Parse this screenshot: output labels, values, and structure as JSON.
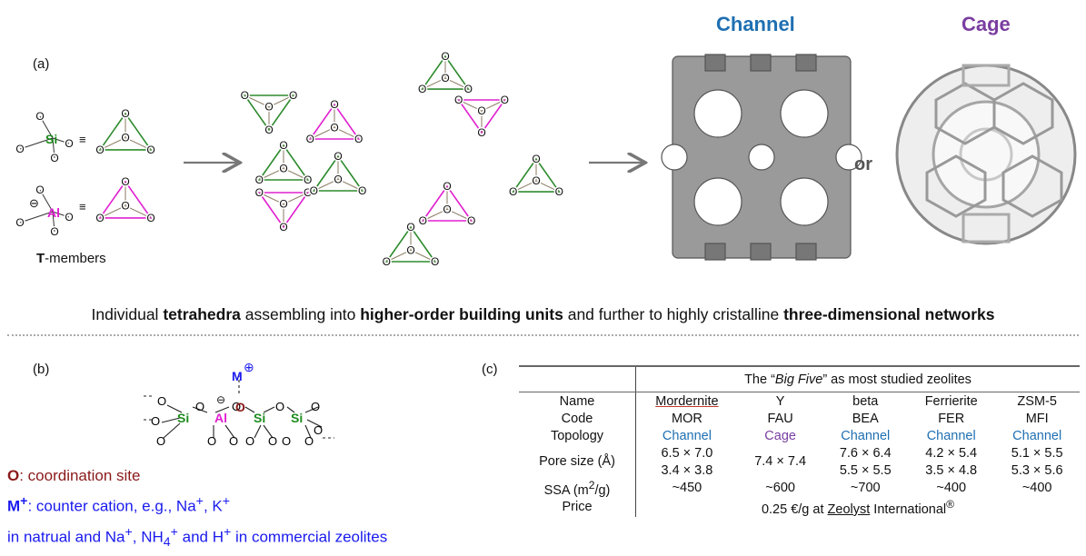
{
  "panel_a": {
    "label": "(a)",
    "equiv_symbol": "≡",
    "si_label": "Si",
    "al_label": "Al",
    "o_label": "O",
    "minus_symbol": "⊖",
    "t_members_bold": "T",
    "t_members_rest": "-members",
    "heading_channel": "Channel",
    "heading_cage": "Cage",
    "or_label": "or"
  },
  "caption": {
    "part1": "Individual ",
    "bold1": "tetrahedra",
    "part2": " assembling into ",
    "bold2": "higher-order building units",
    "part3": " and further to highly cristalline ",
    "bold3": "three-dimensional networks"
  },
  "panel_b": {
    "label": "(b)",
    "m_label": "M",
    "plus_symbol": "⊕",
    "legend_o_key": "O",
    "legend_o_text": ": coordination site",
    "legend_m_key": "M",
    "legend_m_sup": "+",
    "legend_m_text": ": counter cation, e.g., Na",
    "legend_m_text2": ", K",
    "legend_line3_a": "in natrual and Na",
    "legend_line3_b": ", NH",
    "legend_line3_sub": "4",
    "legend_line3_c": " and H",
    "legend_line3_d": " in commercial zeolites"
  },
  "panel_c": {
    "label": "(c)",
    "title_pre": "The “",
    "title_em": "Big Five",
    "title_post": "” as most studied zeolites",
    "rows": {
      "name": {
        "label": "Name",
        "values": [
          "Mordernite",
          "Y",
          "beta",
          "Ferrierite",
          "ZSM-5"
        ]
      },
      "code": {
        "label": "Code",
        "values": [
          "MOR",
          "FAU",
          "BEA",
          "FER",
          "MFI"
        ]
      },
      "topology": {
        "label": "Topology",
        "values": [
          "Channel",
          "Cage",
          "Channel",
          "Channel",
          "Channel"
        ]
      },
      "pore": {
        "label": "Pore size (Å)",
        "line1": [
          "6.5 × 7.0",
          "7.4 × 7.4",
          "7.6 × 6.4",
          "4.2 × 5.4",
          "5.1 × 5.5"
        ],
        "line2": [
          "3.4 × 3.8",
          "",
          "5.5 × 5.5",
          "3.5 × 4.8",
          "5.3 × 5.6"
        ]
      },
      "ssa": {
        "label_pre": "SSA (m",
        "label_sup": "2",
        "label_post": "/g)",
        "values": [
          "~450",
          "~600",
          "~700",
          "~400",
          "~400"
        ]
      },
      "price": {
        "label": "Price",
        "value_pre": "0.25 €/g at ",
        "value_link": "Zeolyst",
        "value_post": " International",
        "value_sup": "®"
      }
    }
  },
  "colors": {
    "tetra_green": "#2e8b2e",
    "tetra_magenta": "#e020d0",
    "si_green": "#1e8c1e",
    "al_magenta": "#e020d0",
    "channel_blue": "#1f6fb2",
    "cage_purple": "#7a3ea0",
    "oxygen_red": "#8b1a1a",
    "cation_blue": "#1a1aee"
  }
}
